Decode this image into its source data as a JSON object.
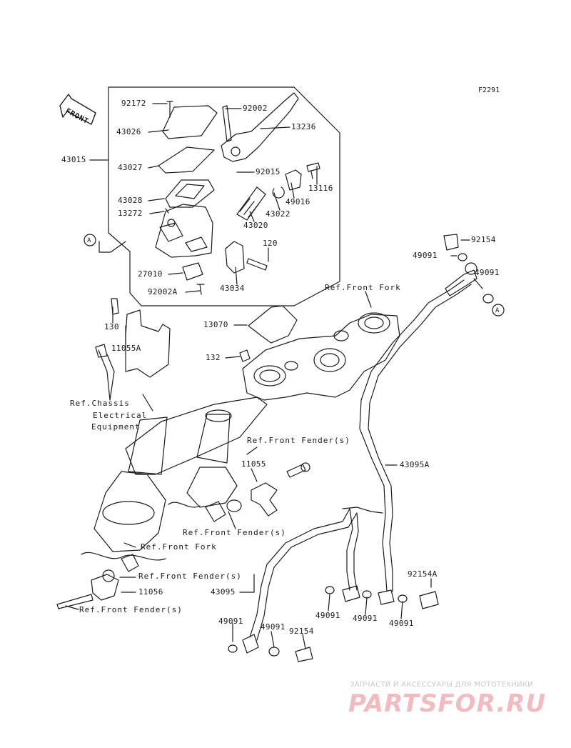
{
  "figure_code": "F2291",
  "front_arrow_label": "FRONT",
  "callout_a": "A",
  "parts": {
    "p92172": "92172",
    "p43026": "43026",
    "p43015": "43015",
    "p43027": "43027",
    "p43028": "43028",
    "p13272": "13272",
    "p92002": "92002",
    "p13236": "13236",
    "p92015": "92015",
    "p13116": "13116",
    "p49016": "49016",
    "p43022": "43022",
    "p43020": "43020",
    "p120": "120",
    "p27010": "27010",
    "p92002A": "92002A",
    "p43034": "43034",
    "p92154_top": "92154",
    "p49091_a": "49091",
    "p49091_b": "49091",
    "p130": "130",
    "p11055A": "11055A",
    "p13070": "13070",
    "p132": "132",
    "p11055": "11055",
    "p43095A": "43095A",
    "p11056": "11056",
    "p43095": "43095",
    "p92154A": "92154A",
    "p49091_c": "49091",
    "p49091_d": "49091",
    "p49091_e": "49091",
    "p49091_f": "49091",
    "p49091_g": "49091",
    "p92154_bottom": "92154"
  },
  "refs": {
    "front_fork_top": "Ref.Front Fork",
    "chassis_1": "Ref.Chassis",
    "chassis_2": "Electrical",
    "chassis_3": "Equipment",
    "fender_1": "Ref.Front Fender(s)",
    "fender_2": "Ref.Front Fender(s)",
    "front_fork_bottom": "Ref.Front Fork",
    "fender_3": "Ref.Front Fender(s)",
    "fender_4": "Ref.Front Fender(s)"
  },
  "watermark": {
    "subtitle": "ЗАПЧАСТИ И АКСЕССУАРЫ ДЛЯ МОТОТЕХНИКИ",
    "logo": "PARTSFOR.RU"
  }
}
